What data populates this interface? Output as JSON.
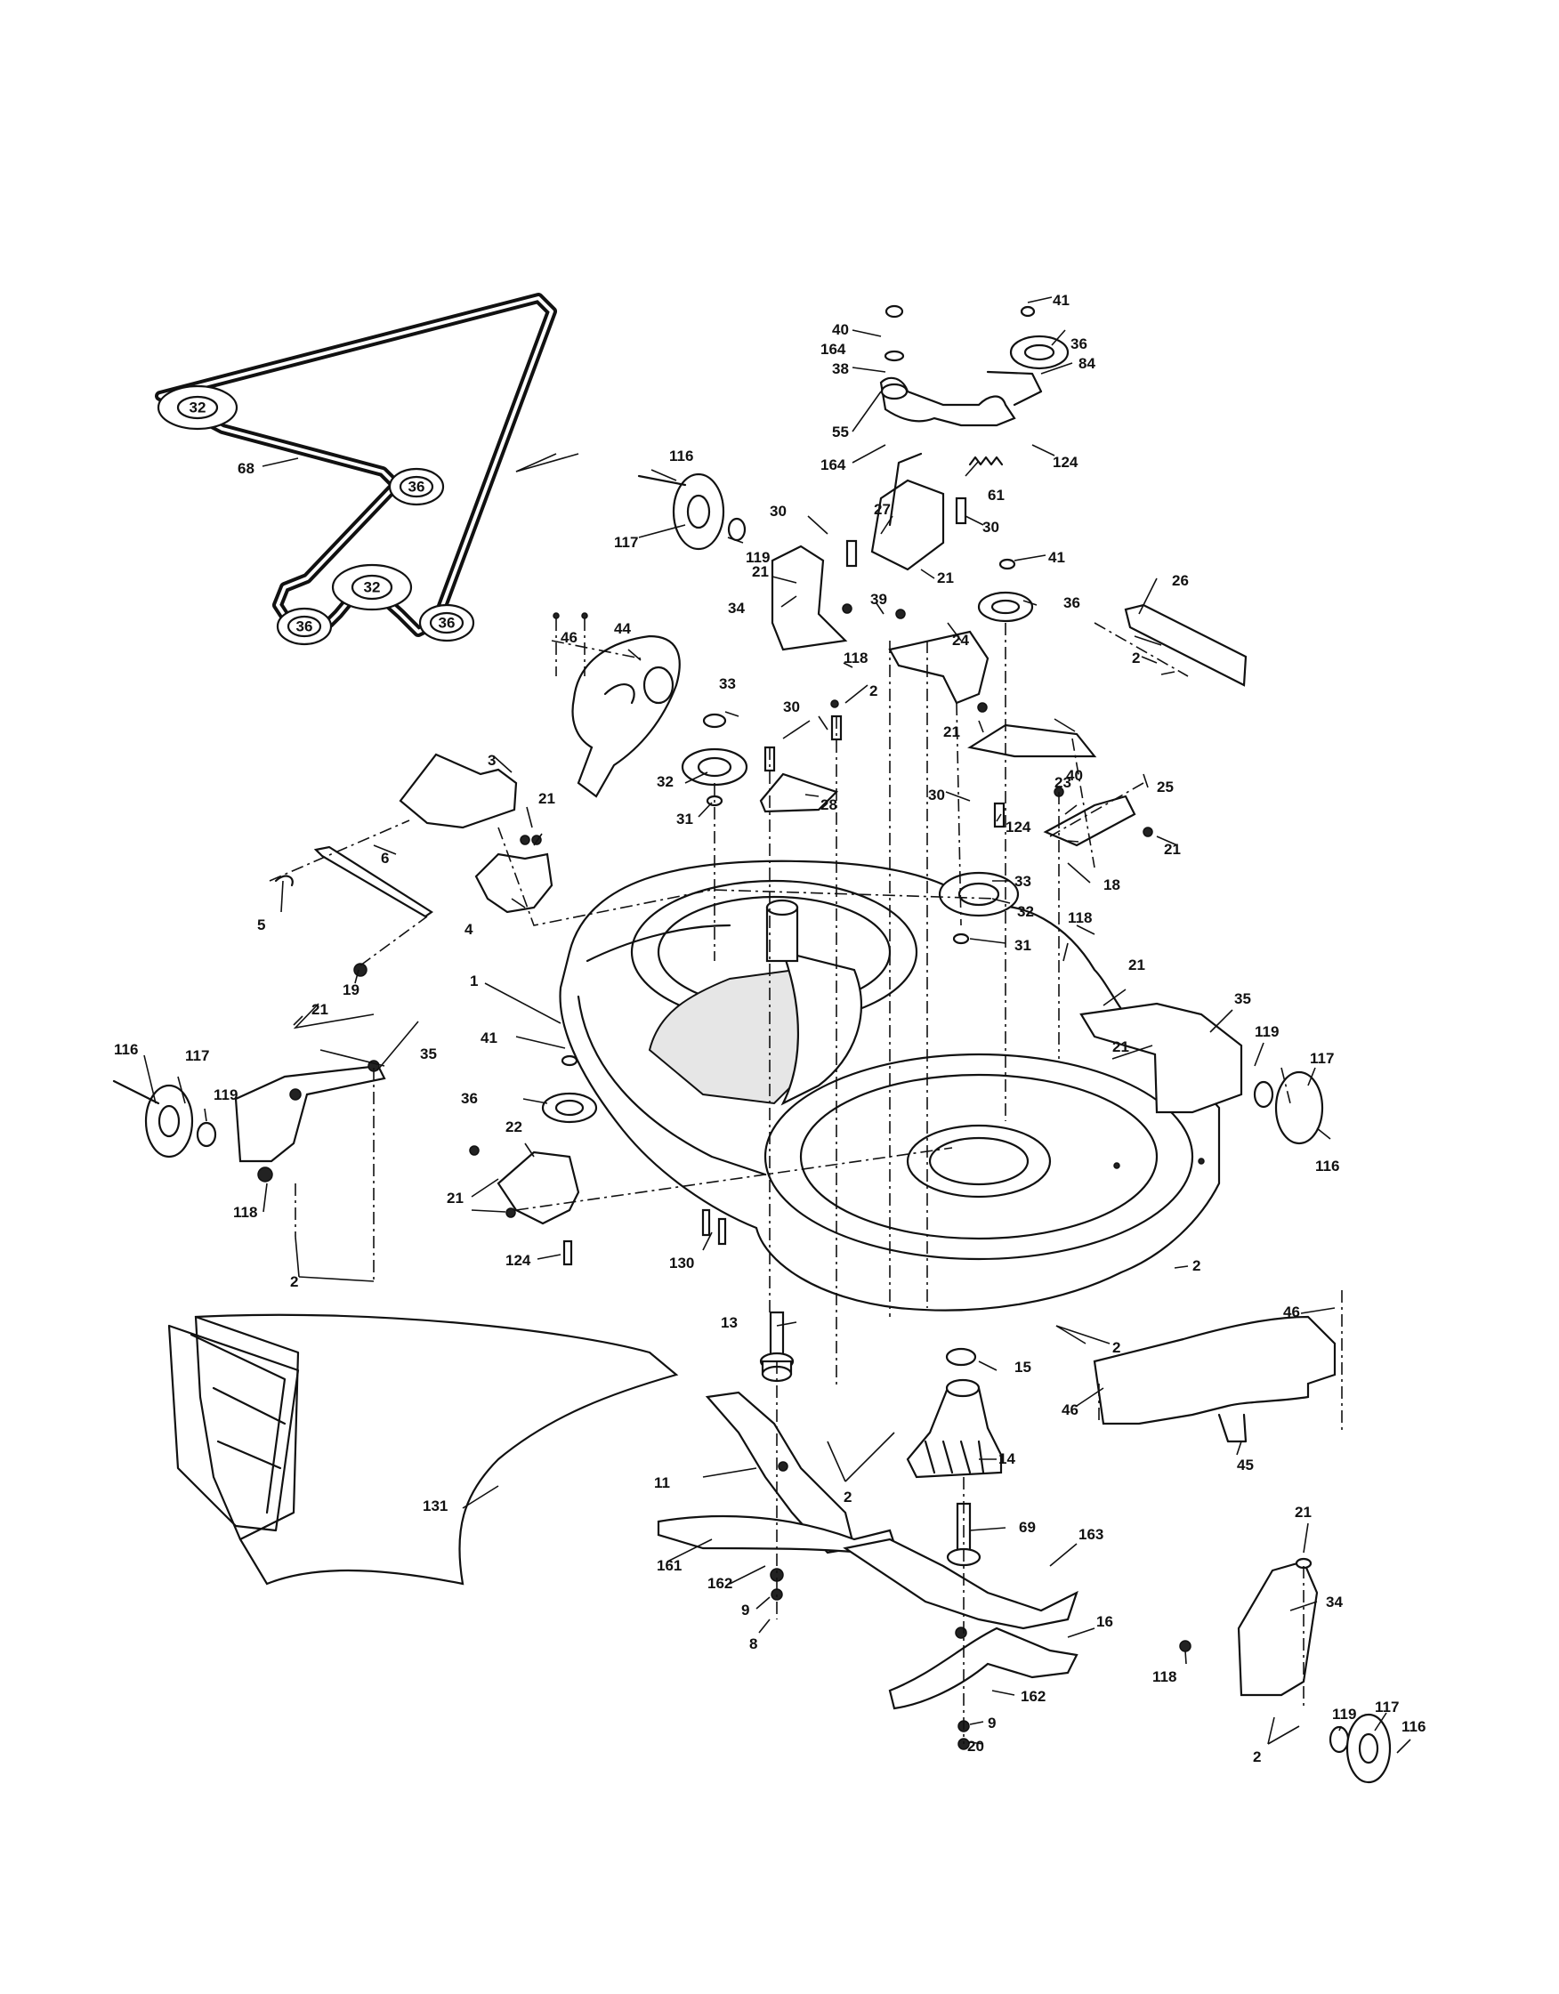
{
  "diagram": {
    "belt_pulley_labels": [
      "32",
      "36",
      "32",
      "36",
      "36"
    ],
    "belt_label": "68",
    "callouts": {
      "c1": "1",
      "c2a": "2",
      "c2b": "2",
      "c2c": "2",
      "c2d": "2",
      "c2e": "2",
      "c2f": "2",
      "c3": "3",
      "c4": "4",
      "c5": "5",
      "c6": "6",
      "c8": "8",
      "c9a": "9",
      "c9b": "9",
      "c11": "11",
      "c13": "13",
      "c14": "14",
      "c15": "15",
      "c16": "16",
      "c18": "18",
      "c19": "19",
      "c20": "20",
      "c21a": "21",
      "c21b": "21",
      "c21c": "21",
      "c21d": "21",
      "c21e": "21",
      "c21f": "21",
      "c21g": "21",
      "c21h": "21",
      "c21i": "21",
      "c21j": "21",
      "c22": "22",
      "c23": "23",
      "c24": "24",
      "c25": "25",
      "c26": "26",
      "c27": "27",
      "c28": "28",
      "c30a": "30",
      "c30b": "30",
      "c30c": "30",
      "c30d": "30",
      "c31a": "31",
      "c31b": "31",
      "c32a": "32",
      "c32b": "32",
      "c33a": "33",
      "c33b": "33",
      "c34a": "34",
      "c34b": "34",
      "c35a": "35",
      "c35b": "35",
      "c36a": "36",
      "c36b": "36",
      "c36c": "36",
      "c38": "38",
      "c39": "39",
      "c40a": "40",
      "c40b": "40",
      "c41a": "41",
      "c41b": "41",
      "c41c": "41",
      "c44": "44",
      "c45": "45",
      "c46a": "46",
      "c46b": "46",
      "c46c": "46",
      "c55": "55",
      "c61": "61",
      "c68": "68",
      "c69": "69",
      "c84": "84",
      "c116a": "116",
      "c116b": "116",
      "c116c": "116",
      "c116d": "116",
      "c117a": "117",
      "c117b": "117",
      "c117c": "117",
      "c117d": "117",
      "c118a": "118",
      "c118b": "118",
      "c118c": "118",
      "c118d": "118",
      "c119a": "119",
      "c119b": "119",
      "c119c": "119",
      "c119d": "119",
      "c124a": "124",
      "c124b": "124",
      "c124c": "124",
      "c130": "130",
      "c131": "131",
      "c161": "161",
      "c162a": "162",
      "c162b": "162",
      "c163": "163",
      "c164a": "164",
      "c164b": "164"
    }
  }
}
